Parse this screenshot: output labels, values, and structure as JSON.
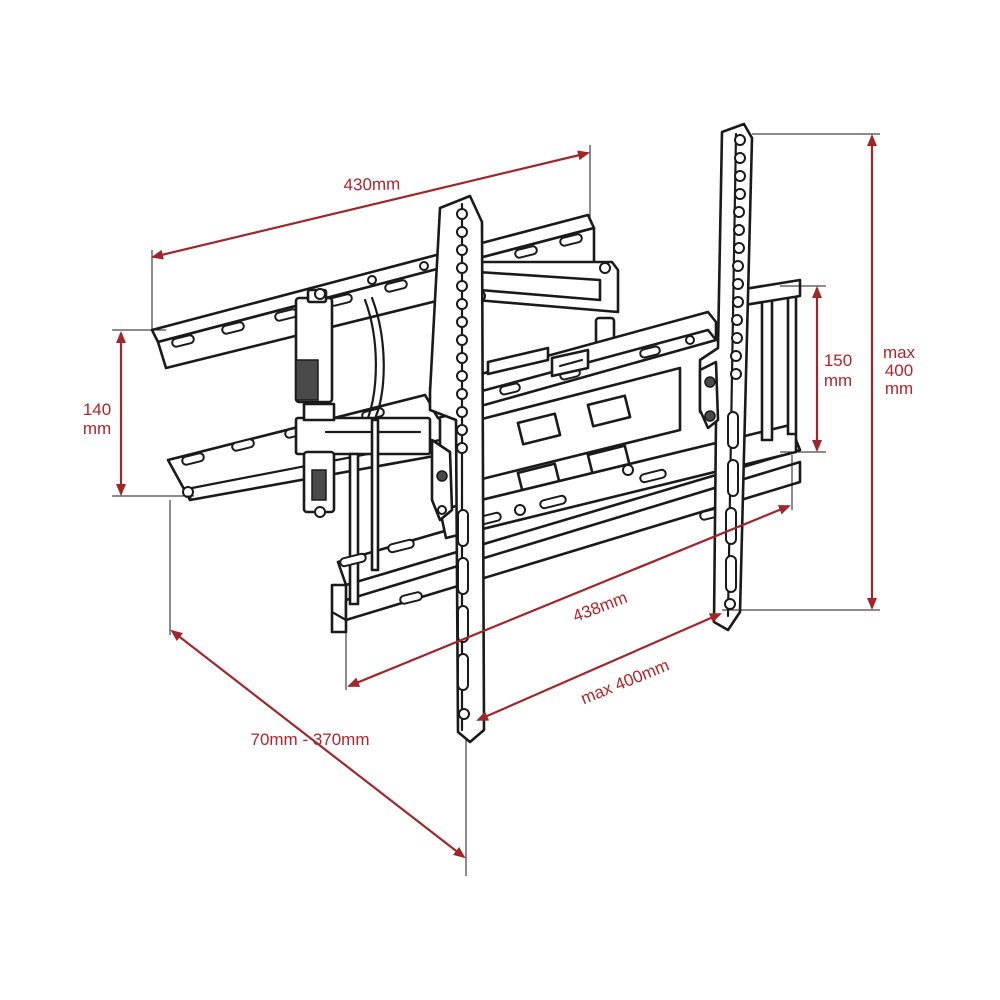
{
  "dimensions": {
    "top_width": "430mm",
    "bottom_width": "438mm",
    "vesa_horizontal": "max 400mm",
    "extension": "70mm - 370mm",
    "wall_plate_height": {
      "line1": "140",
      "line2": "mm"
    },
    "arm_height": {
      "line1": "150",
      "line2": "mm"
    },
    "vesa_vertical": {
      "line1": "max",
      "line2": "400",
      "line3": "mm"
    }
  },
  "colors": {
    "dimension": "#b0242b",
    "outline": "#1a1a1a",
    "background": "#ffffff"
  }
}
